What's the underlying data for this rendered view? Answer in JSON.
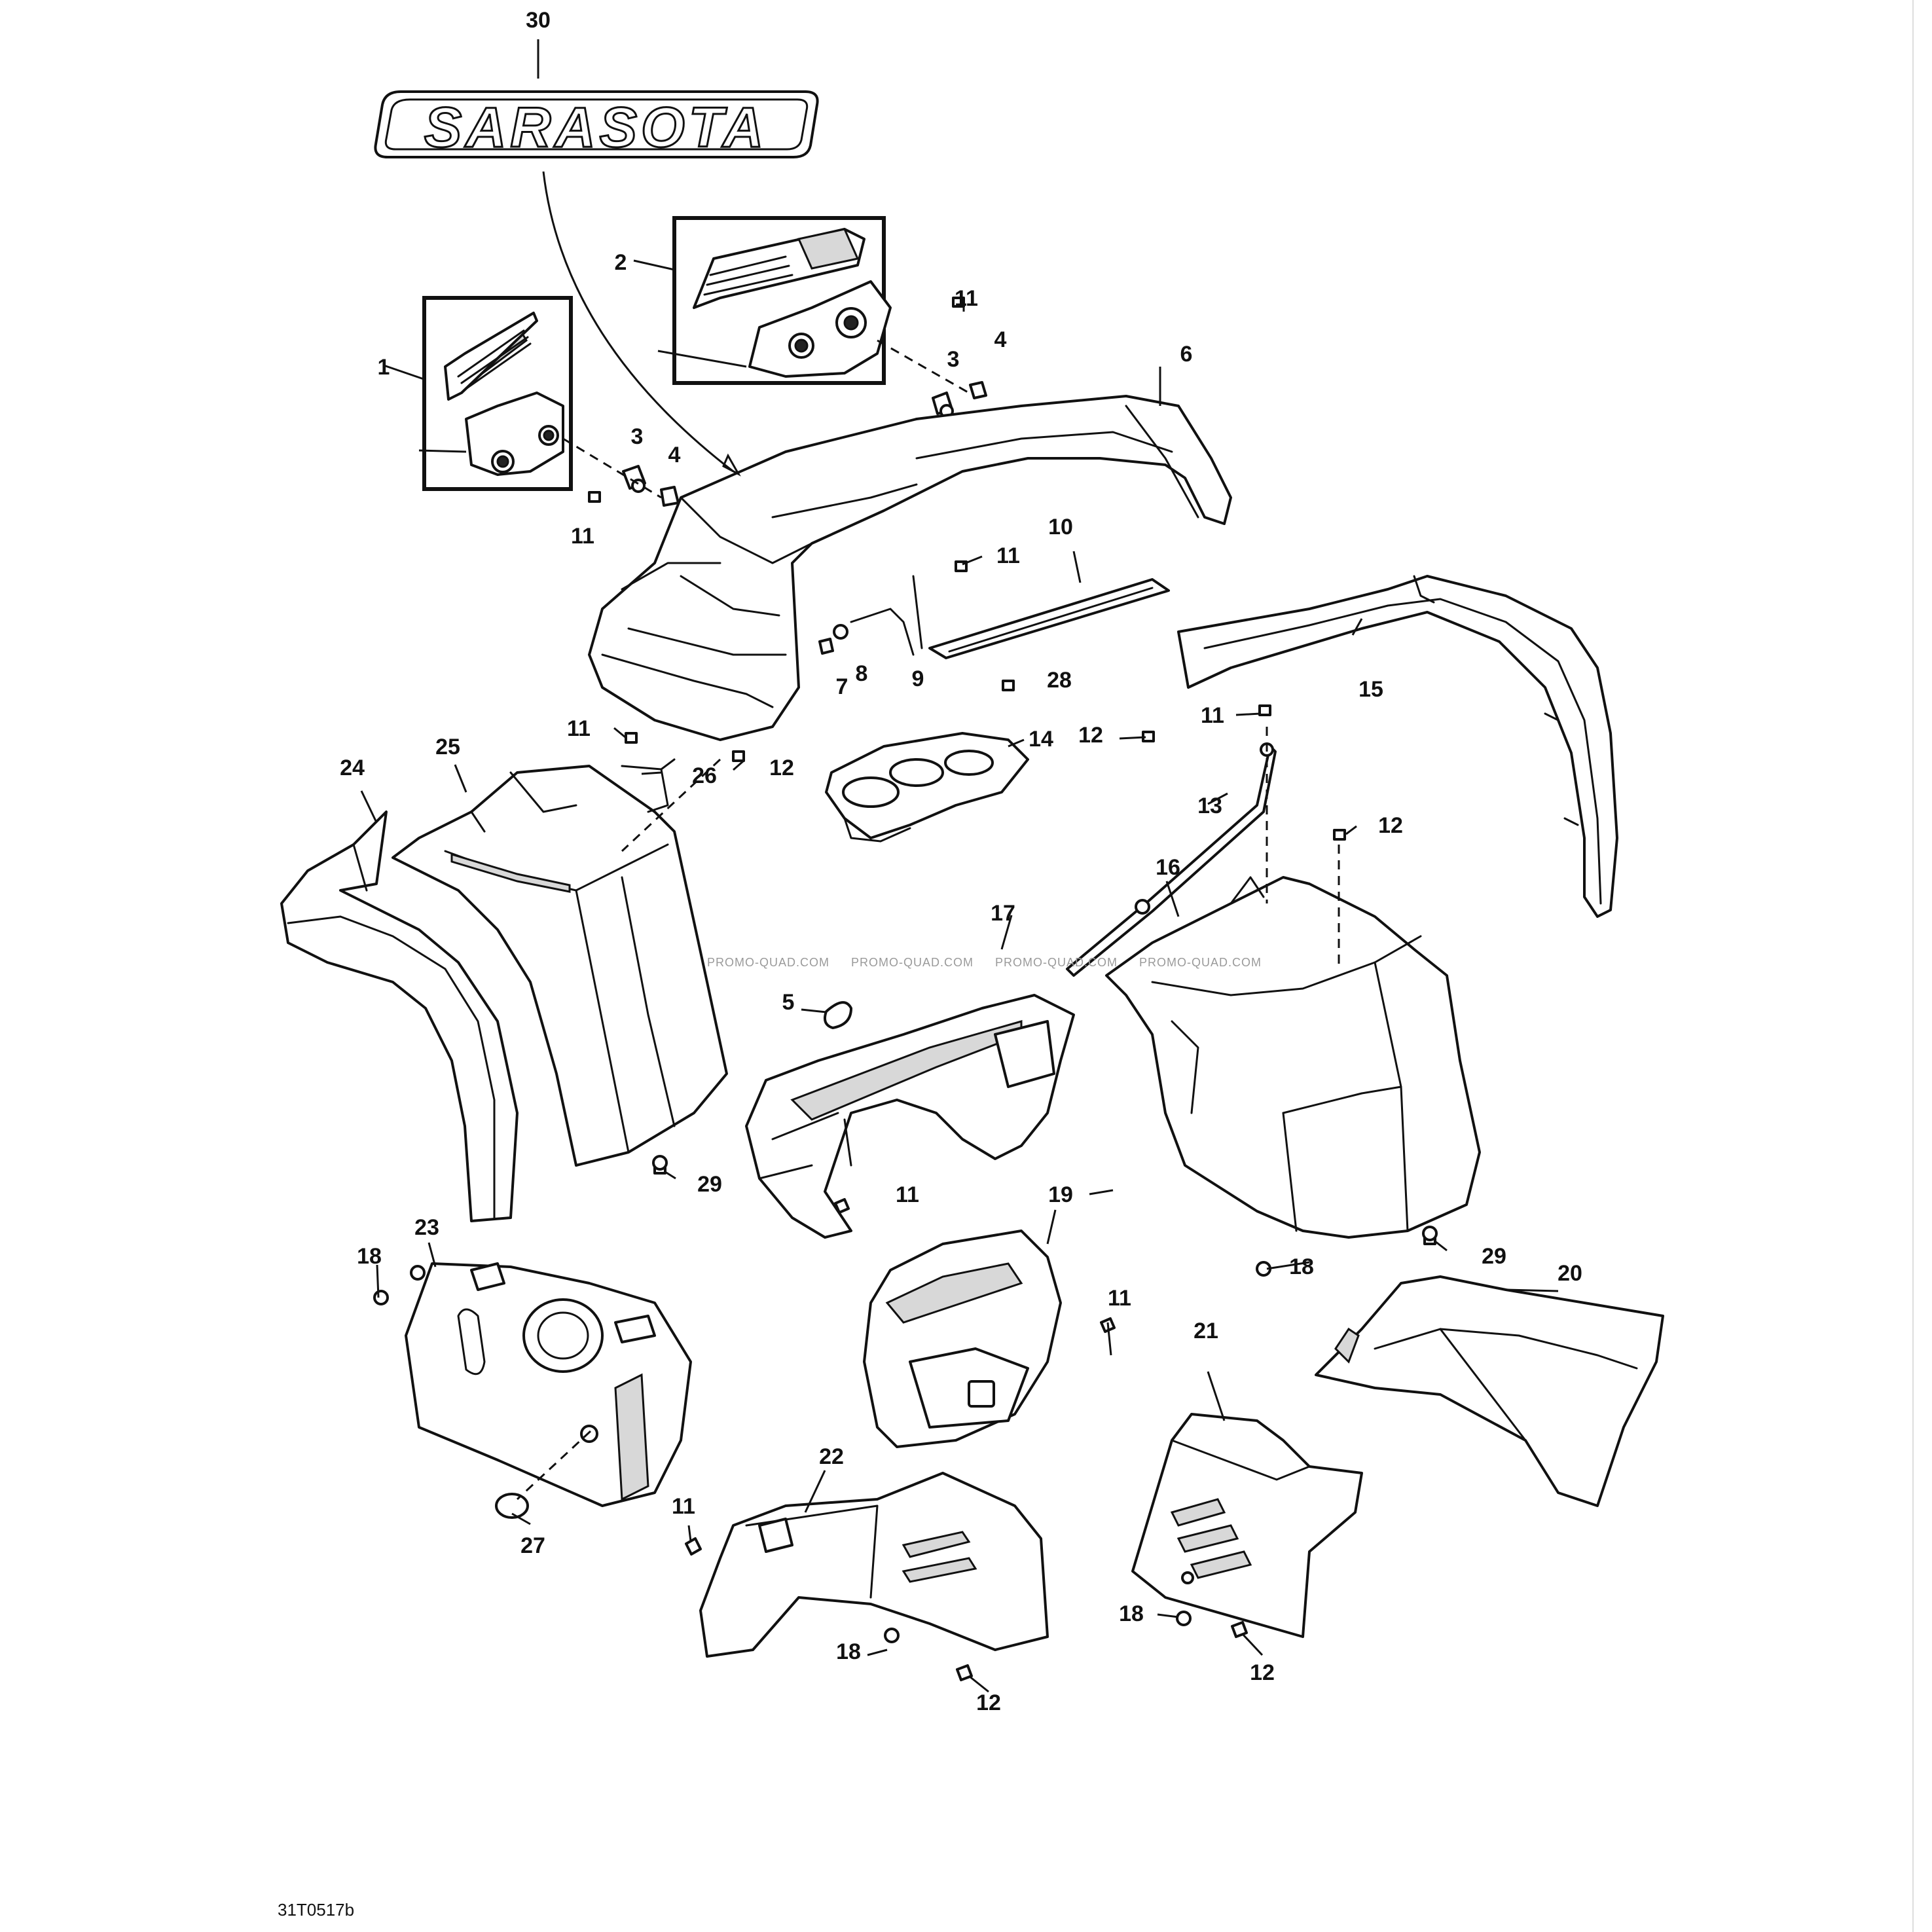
{
  "diagram": {
    "drawing_code": "31T0517b",
    "logo_decal_text": "SARASOTA",
    "watermark": "PROMO-QUAD.COM",
    "callouts": [
      "30",
      "2",
      "11",
      "4",
      "3",
      "6",
      "1",
      "3",
      "4",
      "11",
      "10",
      "11",
      "7",
      "8",
      "9",
      "28",
      "15",
      "11",
      "11",
      "12",
      "14",
      "12",
      "24",
      "25",
      "26",
      "13",
      "12",
      "16",
      "17",
      "5",
      "29",
      "11",
      "19",
      "18",
      "29",
      "23",
      "18",
      "20",
      "11",
      "21",
      "22",
      "11",
      "27",
      "18",
      "12",
      "18",
      "12"
    ]
  }
}
